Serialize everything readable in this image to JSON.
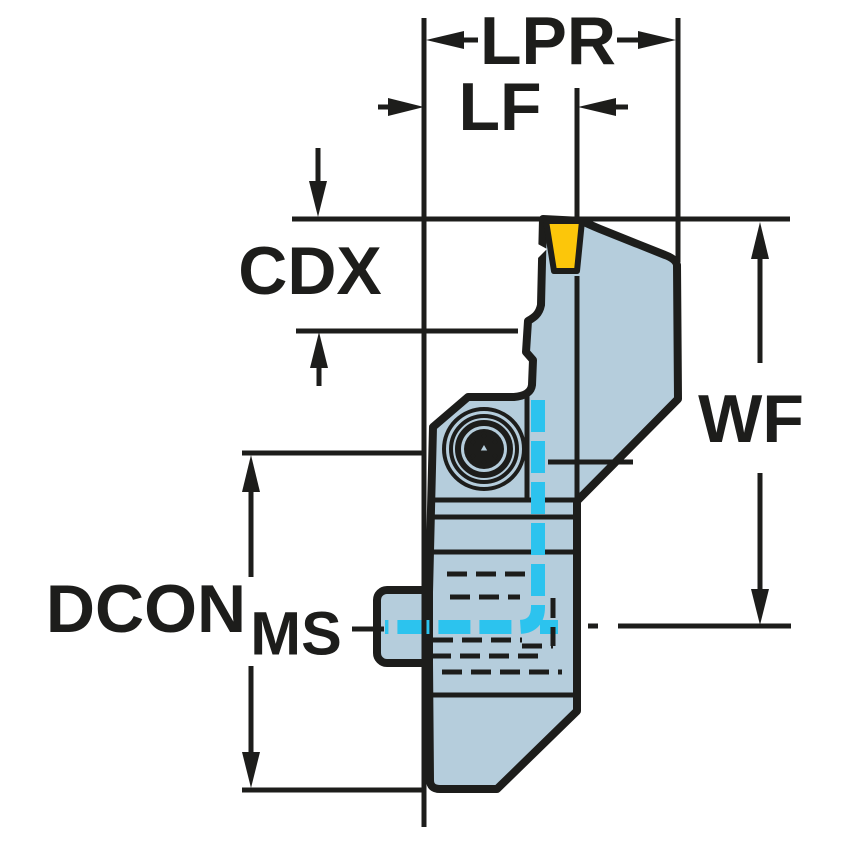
{
  "diagram": {
    "type": "technical-dimension-drawing",
    "subject": "grooving/parting tool cutter head, side view with dimension callouts",
    "labels": {
      "lpr": "LPR",
      "lf": "LF",
      "cdx": "CDX",
      "wf": "WF",
      "dcon": "DCON",
      "ms": "MS"
    },
    "colors": {
      "background": "#ffffff",
      "outline": "#1d1d1b",
      "body_fill": "#b5cddc",
      "insert_fill": "#fcc60a",
      "coolant": "#2cc3ee"
    }
  }
}
